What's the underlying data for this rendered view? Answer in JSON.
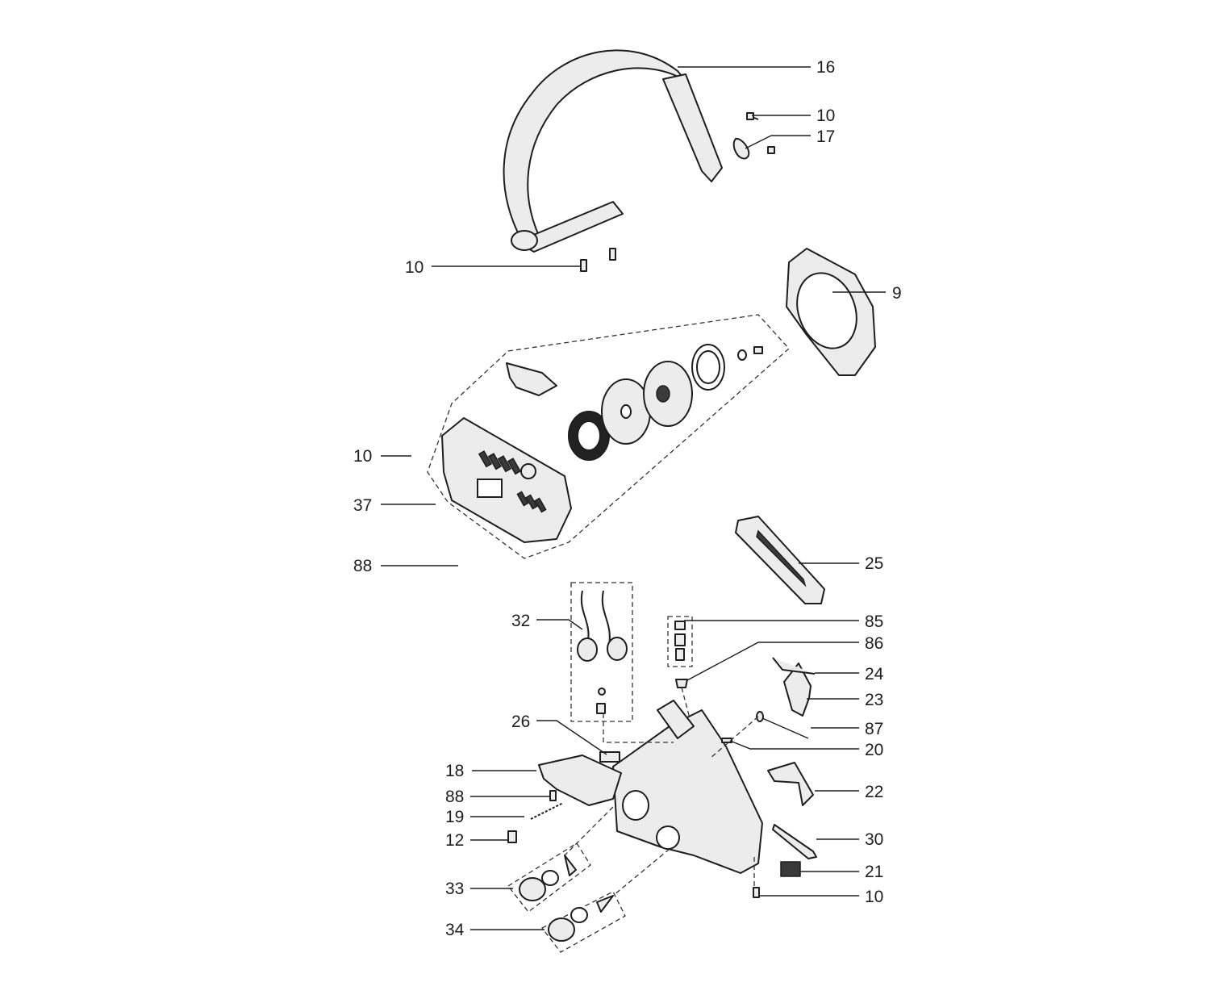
{
  "callouts": [
    {
      "id": "c16a",
      "label": "16"
    },
    {
      "id": "c10a",
      "label": "10"
    },
    {
      "id": "c17",
      "label": "17"
    },
    {
      "id": "c10b",
      "label": "10"
    },
    {
      "id": "c9",
      "label": "9"
    },
    {
      "id": "c10c",
      "label": "10"
    },
    {
      "id": "c37",
      "label": "37"
    },
    {
      "id": "c88a",
      "label": "88"
    },
    {
      "id": "c25",
      "label": "25"
    },
    {
      "id": "c32",
      "label": "32"
    },
    {
      "id": "c85",
      "label": "85"
    },
    {
      "id": "c86",
      "label": "86"
    },
    {
      "id": "c24",
      "label": "24"
    },
    {
      "id": "c23",
      "label": "23"
    },
    {
      "id": "c26",
      "label": "26"
    },
    {
      "id": "c87",
      "label": "87"
    },
    {
      "id": "c20",
      "label": "20"
    },
    {
      "id": "c18",
      "label": "18"
    },
    {
      "id": "c22",
      "label": "22"
    },
    {
      "id": "c88b",
      "label": "88"
    },
    {
      "id": "c19",
      "label": "19"
    },
    {
      "id": "c12",
      "label": "12"
    },
    {
      "id": "c30",
      "label": "30"
    },
    {
      "id": "c21",
      "label": "21"
    },
    {
      "id": "c33",
      "label": "33"
    },
    {
      "id": "c10d",
      "label": "10"
    },
    {
      "id": "c34",
      "label": "34"
    }
  ]
}
